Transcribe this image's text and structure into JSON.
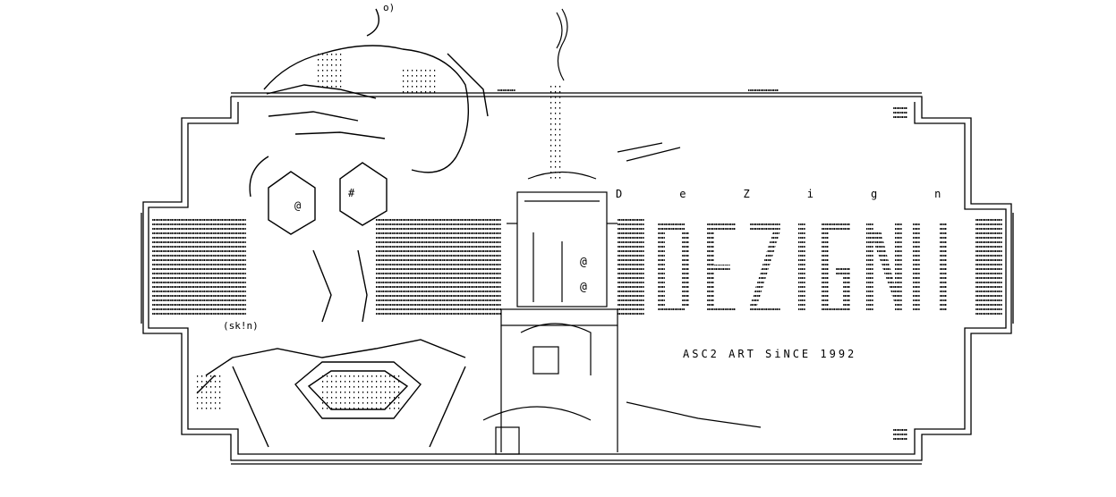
{
  "artwork": {
    "brand_letters": [
      "D",
      "e",
      "Z",
      "i",
      "g",
      "n"
    ],
    "tagline": "ASC2 ART SiNCE 1992",
    "signature": "sk!n",
    "bowl_markers": [
      "@",
      "#"
    ],
    "smoke_tip": "o)",
    "knob_glyph": "@"
  }
}
